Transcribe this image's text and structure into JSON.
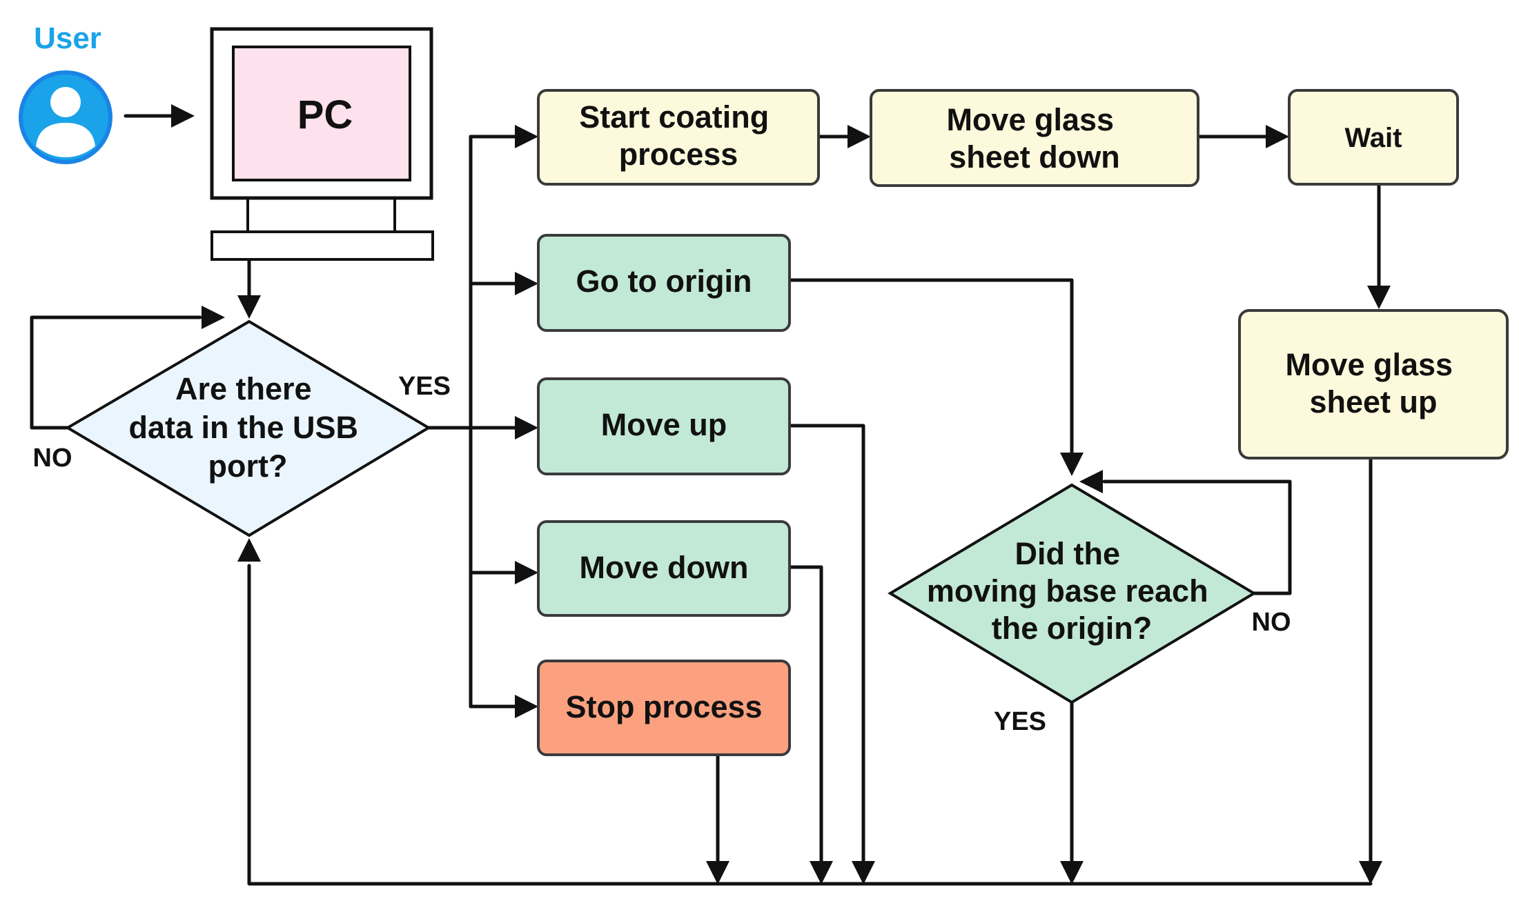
{
  "user": {
    "label": "User",
    "icon": "user-avatar-icon"
  },
  "pc": {
    "label": "PC",
    "icon": "computer-monitor-icon"
  },
  "decision_usb": {
    "lines": [
      "Are there",
      "data in the USB",
      "port?"
    ],
    "yes": "YES",
    "no": "NO"
  },
  "commands": {
    "start_coating": {
      "lines": [
        "Start coating",
        "process"
      ]
    },
    "go_to_origin": {
      "lines": [
        "Go to origin"
      ]
    },
    "move_up": {
      "lines": [
        "Move up"
      ]
    },
    "move_down": {
      "lines": [
        "Move down"
      ]
    },
    "stop_process": {
      "lines": [
        "Stop process"
      ]
    }
  },
  "coating_steps": {
    "move_glass_down": {
      "lines": [
        "Move glass",
        "sheet down"
      ]
    },
    "wait": {
      "lines": [
        "Wait"
      ]
    },
    "move_glass_up": {
      "lines": [
        "Move glass",
        "sheet up"
      ]
    }
  },
  "decision_origin": {
    "lines": [
      "Did the",
      "moving base reach",
      "the origin?"
    ],
    "yes": "YES",
    "no": "NO"
  },
  "colors": {
    "yellow_fill": "#fdf9dc",
    "green_fill": "#c2e8d6",
    "orange_fill": "#fba17f",
    "usb_diamond_fill": "#eaf5fd",
    "origin_diamond_fill": "#c2e8d6",
    "monitor_screen": "#fde1ec",
    "user_blue": "#1aa3e8"
  }
}
